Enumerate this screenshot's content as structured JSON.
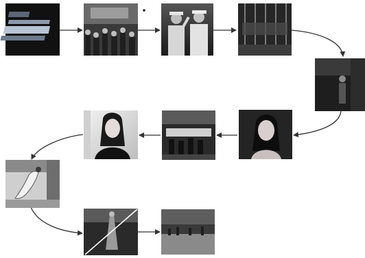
{
  "diagram": {
    "type": "keyframe-sequence-flow",
    "frames": [
      {
        "id": "frame-1",
        "content": "title-card",
        "colors": {
          "bg": "#111111",
          "accent": "#9aa7b8"
        },
        "text": ""
      },
      {
        "id": "frame-2",
        "content": "crowd-scene",
        "colors": {
          "bg": "#2f2f2f",
          "accent": "#9a9a9a"
        },
        "text": ""
      },
      {
        "id": "frame-3",
        "content": "two-officers-saluting",
        "colors": {
          "bg": "#3a3a3a",
          "accent": "#d9d9d9"
        },
        "text": ""
      },
      {
        "id": "frame-4",
        "content": "stage-lights",
        "colors": {
          "bg": "#2a2a2a",
          "accent": "#8a8a8a"
        },
        "text": ""
      },
      {
        "id": "frame-5",
        "content": "dim-stage-figure",
        "colors": {
          "bg": "#1e1e1e",
          "accent": "#7a7a7a"
        },
        "text": ""
      },
      {
        "id": "frame-6",
        "content": "female-singer-closeup",
        "colors": {
          "bg": "#202020",
          "accent": "#d0c8c8"
        },
        "text": ""
      },
      {
        "id": "frame-7",
        "content": "band-on-stage",
        "colors": {
          "bg": "#262626",
          "accent": "#b0b0b0"
        },
        "text": ""
      },
      {
        "id": "frame-8",
        "content": "female-host-portrait",
        "colors": {
          "bg": "#e6e6e6",
          "accent": "#222222"
        },
        "text": ""
      },
      {
        "id": "frame-9",
        "content": "gymnast-performing",
        "colors": {
          "bg": "#cfcfcf",
          "accent": "#4a4a4a"
        },
        "text": ""
      },
      {
        "id": "frame-10",
        "content": "rejected-gymnast-frame",
        "colors": {
          "bg": "#2a2a2a",
          "accent": "#8a8a8a"
        },
        "text": "",
        "crossed_out": true
      },
      {
        "id": "frame-11",
        "content": "arena-wide-shot",
        "colors": {
          "bg": "#3a3a3a",
          "accent": "#7d7d7d"
        },
        "text": ""
      }
    ],
    "edges": [
      {
        "from": "frame-1",
        "to": "frame-2",
        "style": "straight"
      },
      {
        "from": "frame-2",
        "to": "frame-3",
        "style": "straight"
      },
      {
        "from": "frame-3",
        "to": "frame-4",
        "style": "straight"
      },
      {
        "from": "frame-4",
        "to": "frame-5",
        "style": "curved"
      },
      {
        "from": "frame-5",
        "to": "frame-6",
        "style": "curved"
      },
      {
        "from": "frame-6",
        "to": "frame-7",
        "style": "straight"
      },
      {
        "from": "frame-7",
        "to": "frame-8",
        "style": "straight"
      },
      {
        "from": "frame-8",
        "to": "frame-9",
        "style": "curved"
      },
      {
        "from": "frame-9",
        "to": "frame-10",
        "style": "curved"
      },
      {
        "from": "frame-10",
        "to": "frame-11",
        "style": "straight"
      }
    ],
    "line_color": "#333333"
  }
}
